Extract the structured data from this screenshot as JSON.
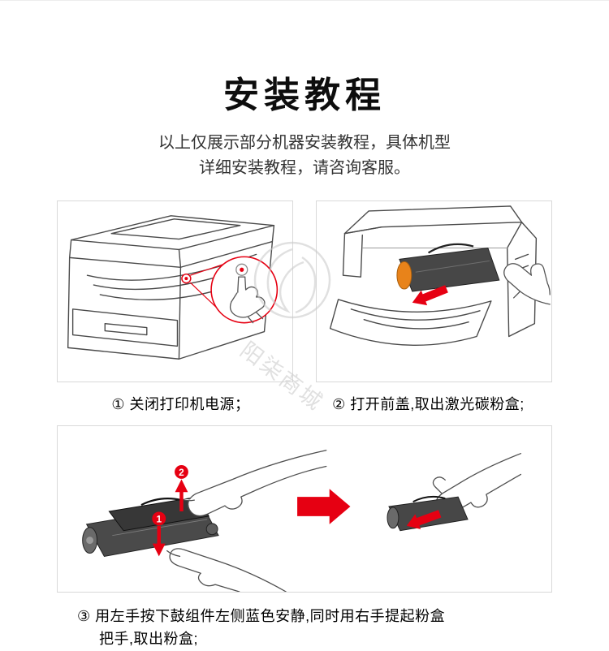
{
  "page": {
    "title": "安装教程",
    "subtitle_line1": "以上仅展示部分机器安装教程，具体机型",
    "subtitle_line2": "详细安装教程，请咨询客服。"
  },
  "steps": {
    "step1": {
      "caption": "① 关闭打印机电源；"
    },
    "step2": {
      "caption": "② 打开前盖,取出激光碳粉盒;"
    },
    "step3": {
      "caption_line1": "③ 用左手按下鼓组件左侧蓝色安静,同时用右手提起粉盒",
      "caption_line2": "把手,取出粉盒;",
      "marker1": "1",
      "marker2": "2"
    }
  },
  "watermark": {
    "text": "阳柒商城"
  },
  "colors": {
    "accent_red": "#e60012",
    "cartridge_orange": "#e8831a",
    "line_gray": "#4a4a4a",
    "panel_border": "#d9d9d9",
    "watermark_gray": "#c8c8c8"
  }
}
